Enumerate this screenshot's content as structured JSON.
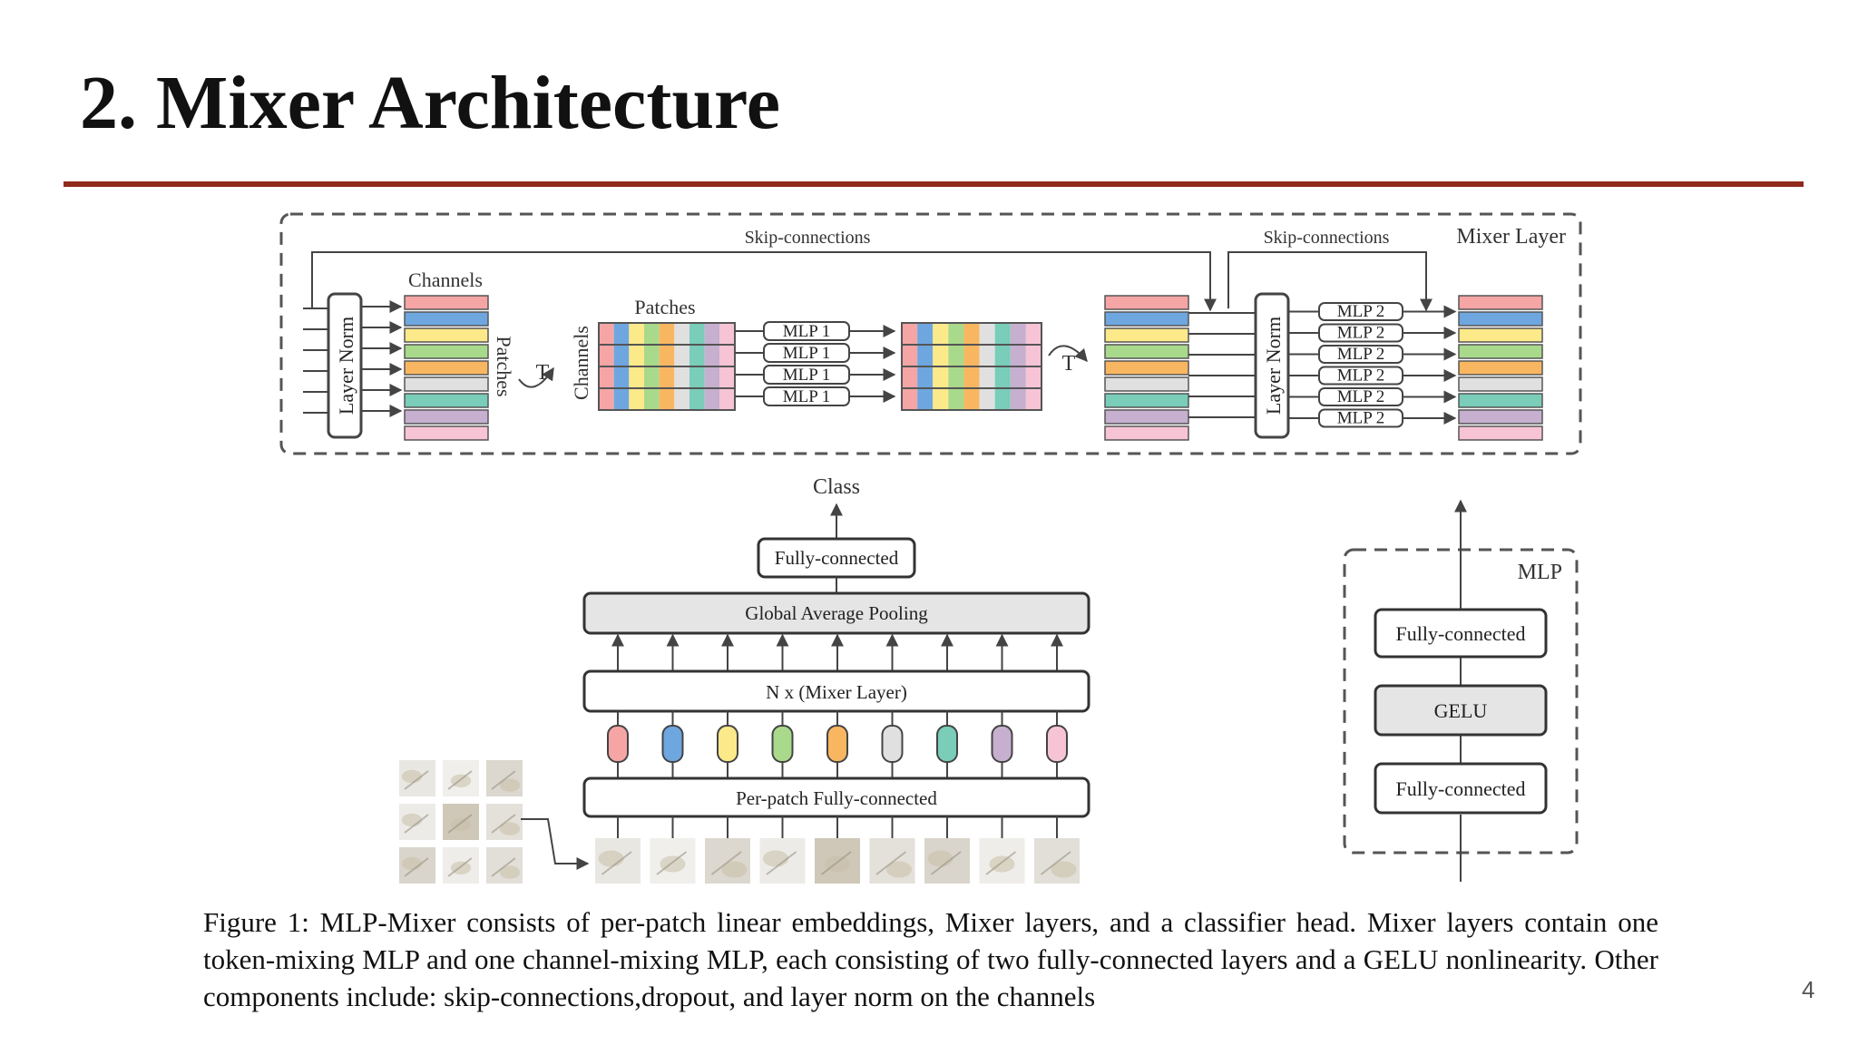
{
  "slide": {
    "title": "2. Mixer Architecture",
    "page_number": "4"
  },
  "mixer_layer": {
    "label": "Mixer Layer",
    "skip_label": "Skip-connections",
    "layer_norm": "Layer Norm",
    "channels_label": "Channels",
    "patches_label": "Patches",
    "transpose": "T",
    "mlp1": "MLP 1",
    "mlp2": "MLP 2"
  },
  "main": {
    "class_label": "Class",
    "fully_connected": "Fully-connected",
    "pooling": "Global Average Pooling",
    "mixer_stack": "N x (Mixer Layer)",
    "per_patch": "Per-patch Fully-connected"
  },
  "mlp_block": {
    "label": "MLP",
    "fc_top": "Fully-connected",
    "gelu": "GELU",
    "fc_bottom": "Fully-connected"
  },
  "palette": [
    "#f6a5a5",
    "#6ea6df",
    "#fbe98a",
    "#a9d98b",
    "#f9b661",
    "#e0e0e0",
    "#79cdb9",
    "#c6afcf",
    "#f7c4d6"
  ],
  "caption": "Figure 1: MLP-Mixer consists of per-patch linear embeddings, Mixer layers, and a classifier head. Mixer layers contain one token-mixing MLP and one channel-mixing MLP, each consisting of two fully-connected layers and a GELU nonlinearity. Other components include: skip-connections,dropout, and layer norm on the channels"
}
